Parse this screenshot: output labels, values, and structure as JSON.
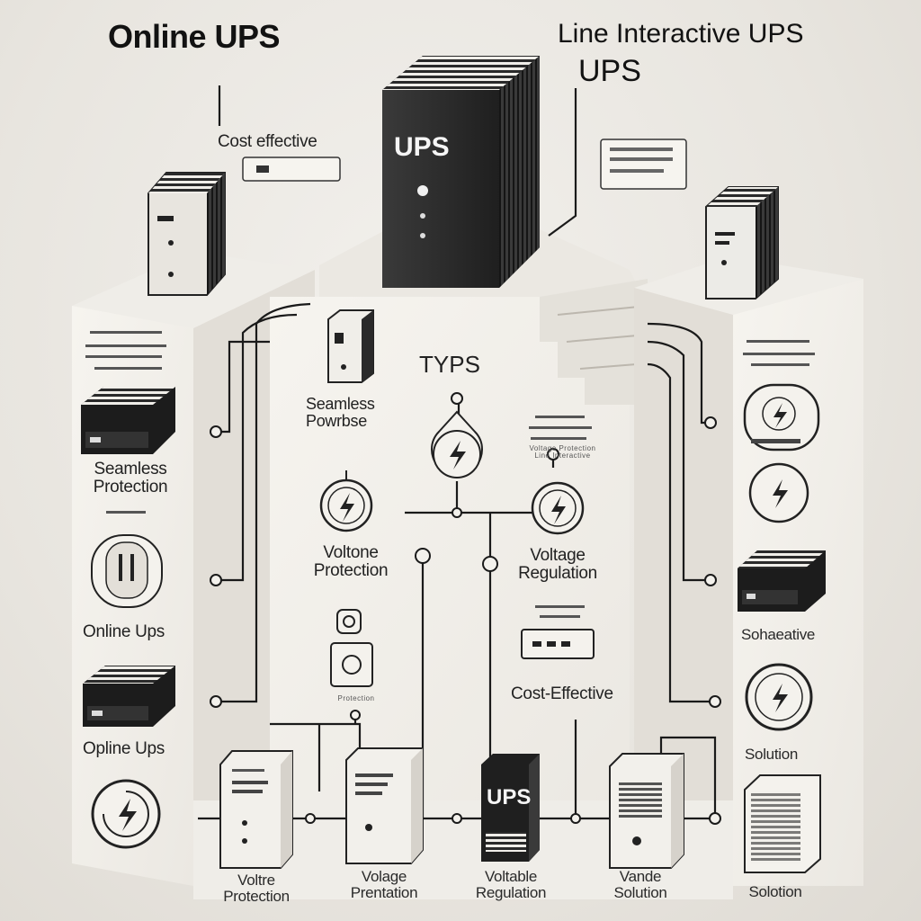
{
  "titles": {
    "online_ups": "Online UPS",
    "line_interactive": "Line Interactive UPS",
    "line_interactive_sub": "UPS"
  },
  "center_label": "TYPS",
  "device_badge": "UPS",
  "labels": {
    "cost_effective_top": "Cost effective",
    "seamless_power": "Seamless Powrbse",
    "voltage_regulation_center": "Voltage Regulation",
    "voltage_protection_center": "Voltone Protection",
    "cost_effective_center": "Cost-Effective",
    "left_seamless_protection": "Seamless Protection",
    "left_online_ups_1": "Online Ups",
    "left_online_ups_2": "Opline Ups",
    "right_cost_effective": "Sohaeative",
    "right_solution": "Solution",
    "bottom_1": "Voltre Protection",
    "bottom_2": "Volage Prentation",
    "bottom_3": "Voltable Regulation",
    "bottom_4": "Vande Solution",
    "bottom_5": "Solotion"
  },
  "micro_labels": {
    "center_right": "Voltage Protection Line Interactive",
    "center_bottom": "Protection"
  },
  "colors": {
    "background": "#e8e5df",
    "pillar_face": "#f3f1ec",
    "pillar_side": "#d8d4cc",
    "device_dark": "#2a2a2a",
    "line": "#1a1a1a"
  },
  "icons": [
    "lightning-icon",
    "battery-icon",
    "server-icon"
  ]
}
